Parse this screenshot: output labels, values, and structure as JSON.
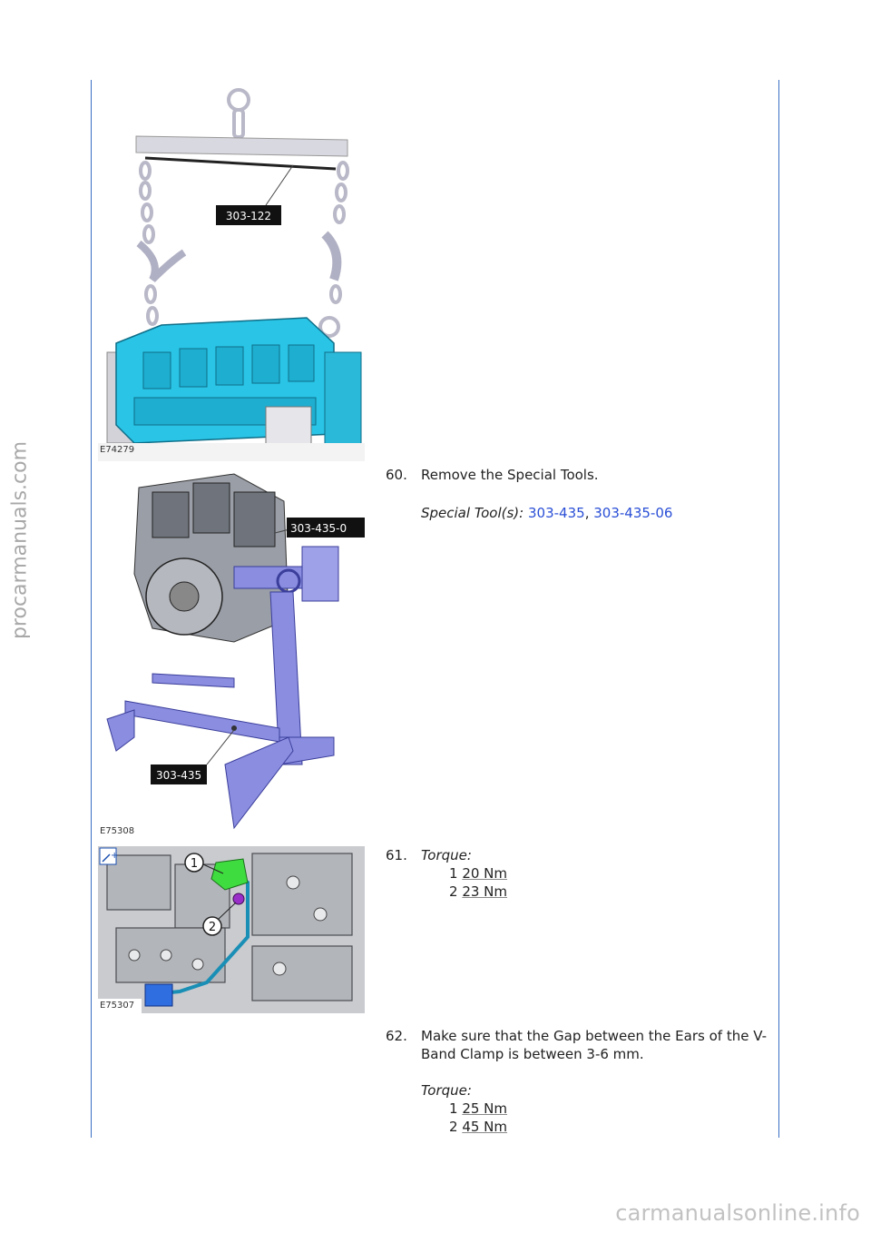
{
  "watermark_side": "procarmanuals.com",
  "watermark_bottom": "carmanualsonline.info",
  "figures": [
    {
      "code": "E74279",
      "callouts": [
        "303-122"
      ]
    },
    {
      "code": "E75308",
      "callouts": [
        "303-435-0",
        "303-435"
      ]
    },
    {
      "code": "E75307",
      "callouts": [
        "1",
        "2"
      ]
    }
  ],
  "steps": [
    {
      "number": "60.",
      "text": "Remove the Special Tools.",
      "special_label": "Special Tool(s):",
      "tools": [
        "303-435",
        "303-435-06"
      ],
      "tool_separator": ","
    },
    {
      "number": "61.",
      "torque_label": "Torque:",
      "torques": [
        {
          "index": "1",
          "value": "20 Nm"
        },
        {
          "index": "2",
          "value": "23 Nm"
        }
      ]
    },
    {
      "number": "62.",
      "text": "Make sure that the Gap between the Ears of the V-Band Clamp is between 3-6 mm.",
      "torque_label": "Torque:",
      "torques": [
        {
          "index": "1",
          "value": "25 Nm"
        },
        {
          "index": "2",
          "value": "45 Nm"
        }
      ]
    }
  ],
  "colors": {
    "engine_blue": "#29c4e6",
    "stand_purple": "#8a8de0",
    "link_blue": "#2a4fd6",
    "rule_blue": "#3b6fc4",
    "part_green": "#3fdc3f"
  }
}
